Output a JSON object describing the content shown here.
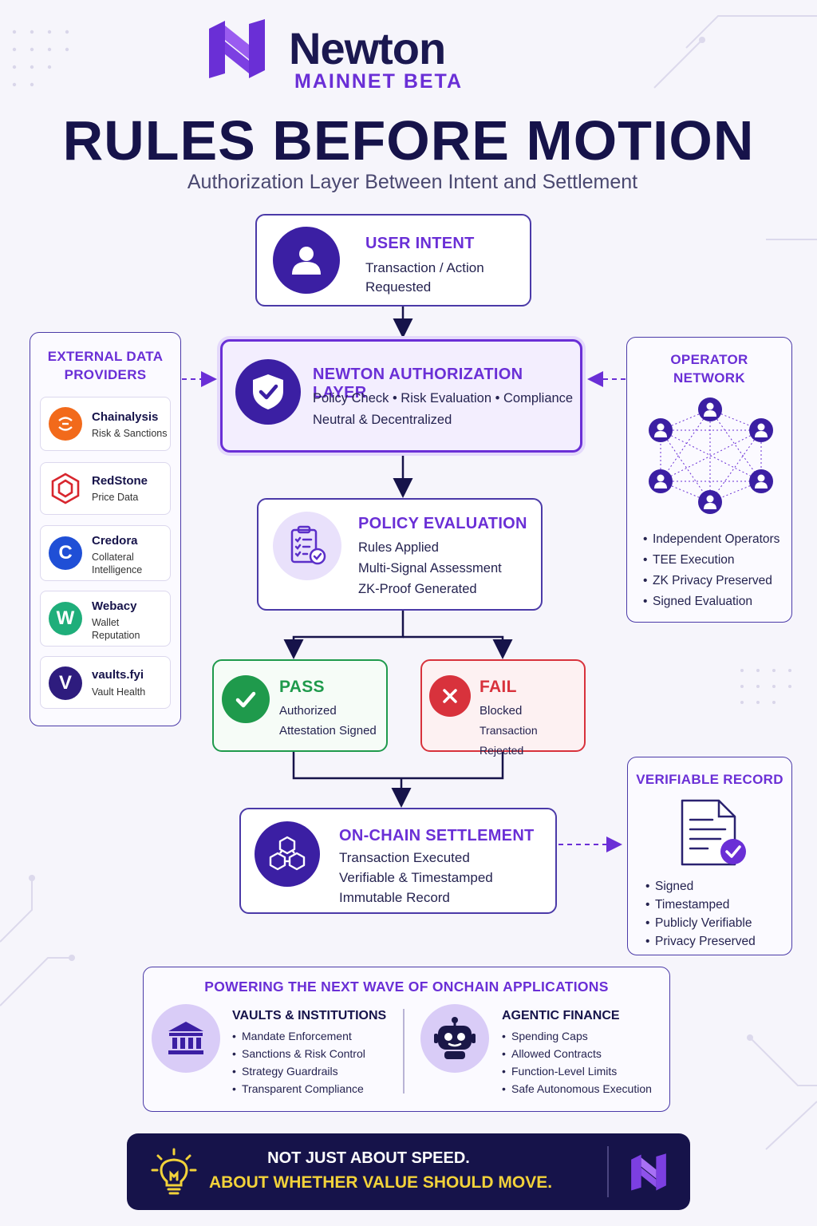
{
  "header": {
    "brand": "Newton",
    "brand_sub": "MAINNET BETA",
    "headline": "RULES BEFORE MOTION",
    "subline": "Authorization Layer Between Intent and Settlement"
  },
  "user_intent": {
    "title": "USER INTENT",
    "line1": "Transaction / Action",
    "line2": "Requested",
    "icon": "user-icon"
  },
  "auth_layer": {
    "title": "NEWTON AUTHORIZATION LAYER",
    "line1": "Policy Check • Risk Evaluation • Compliance",
    "line2": "Neutral & Decentralized",
    "icon": "shield-check-icon"
  },
  "external": {
    "title_line1": "EXTERNAL DATA",
    "title_line2": "PROVIDERS",
    "providers": [
      {
        "name": "Chainalysis",
        "desc1": "Risk & Sanctions",
        "desc2": "",
        "color": "#f26a1b"
      },
      {
        "name": "RedStone",
        "desc1": "Price Data",
        "desc2": "",
        "color": "#d8262e"
      },
      {
        "name": "Credora",
        "desc1": "Collateral",
        "desc2": "Intelligence",
        "color": "#1f4fd6",
        "glyph": "C"
      },
      {
        "name": "Webacy",
        "desc1": "Wallet",
        "desc2": "Reputation",
        "color": "#1fae7a",
        "glyph": "W"
      },
      {
        "name": "vaults.fyi",
        "desc1": "Vault Health",
        "desc2": "",
        "color": "#2e1c7e",
        "glyph": "V"
      }
    ]
  },
  "operator": {
    "title_line1": "OPERATOR",
    "title_line2": "NETWORK",
    "bullets": [
      "Independent Operators",
      "TEE Execution",
      "ZK Privacy Preserved",
      "Signed Evaluation"
    ]
  },
  "policy": {
    "title": "POLICY EVALUATION",
    "line1": "Rules Applied",
    "line2": "Multi-Signal Assessment",
    "line3": "ZK-Proof Generated",
    "icon": "clipboard-check-icon"
  },
  "pass": {
    "title": "PASS",
    "line1": "Authorized",
    "line2": "Attestation Signed",
    "color": "#1f9a4c"
  },
  "fail": {
    "title": "FAIL",
    "line1": "Blocked",
    "line2": "Transaction Rejected",
    "color": "#d8323c"
  },
  "settlement": {
    "title": "ON-CHAIN SETTLEMENT",
    "line1": "Transaction Executed",
    "line2": "Verifiable & Timestamped",
    "line3": "Immutable Record",
    "icon": "blocks-icon"
  },
  "record": {
    "title": "VERIFIABLE RECORD",
    "bullets": [
      "Signed",
      "Timestamped",
      "Publicly Verifiable",
      "Privacy Preserved"
    ],
    "icon": "document-check-icon"
  },
  "powering": {
    "title": "POWERING THE NEXT WAVE OF ONCHAIN APPLICATIONS",
    "vaults": {
      "title": "VAULTS & INSTITUTIONS",
      "bullets": [
        "Mandate Enforcement",
        "Sanctions & Risk Control",
        "Strategy Guardrails",
        "Transparent Compliance"
      ],
      "icon": "bank-icon"
    },
    "agentic": {
      "title": "AGENTIC FINANCE",
      "bullets": [
        "Spending Caps",
        "Allowed Contracts",
        "Function-Level Limits",
        "Safe Autonomous Execution"
      ],
      "icon": "robot-icon"
    }
  },
  "banner": {
    "line1": "NOT JUST ABOUT SPEED.",
    "line2": "ABOUT WHETHER VALUE SHOULD MOVE.",
    "icon": "lightbulb-icon"
  },
  "colors": {
    "navy": "#16134a",
    "purple": "#6a2fd6",
    "accent_yellow": "#f2d23a",
    "pass_green": "#1f9a4c",
    "fail_red": "#d8323c"
  }
}
